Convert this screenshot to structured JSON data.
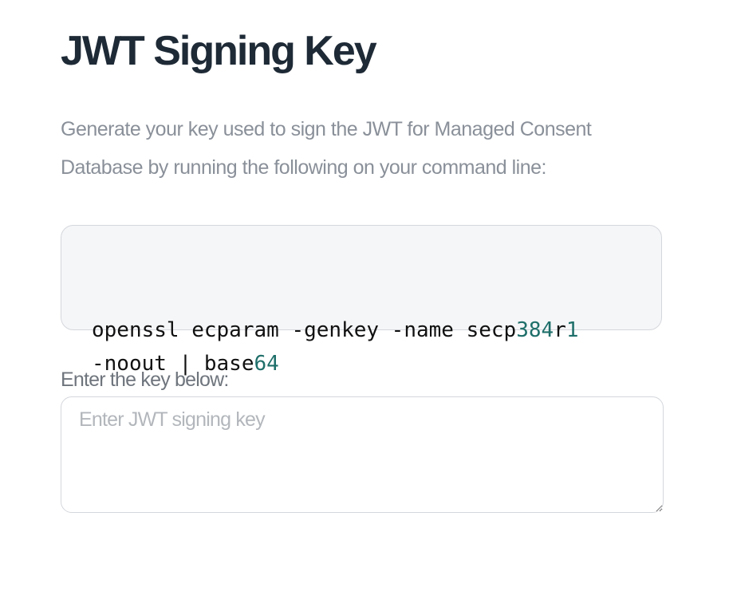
{
  "page": {
    "title": "JWT Signing Key",
    "description": "Generate your key used to sign the JWT for Managed Consent Database by running the following on your command line:"
  },
  "command": {
    "line1": [
      {
        "text": "openssl ecparam -genkey -name secp",
        "kind": "plain"
      },
      {
        "text": "384",
        "kind": "num"
      },
      {
        "text": "r",
        "kind": "plain"
      },
      {
        "text": "1",
        "kind": "num"
      }
    ],
    "line2": [
      {
        "text": "-noout | base",
        "kind": "plain"
      },
      {
        "text": "64",
        "kind": "num"
      }
    ]
  },
  "key_field": {
    "label": "Enter the key below:",
    "placeholder": "Enter JWT signing key",
    "value": ""
  },
  "colors": {
    "title": "#1e2a36",
    "description": "#8a9099",
    "code_number": "#1f6f6a",
    "code_background": "#f5f6f8",
    "border": "#d4d7dc"
  }
}
